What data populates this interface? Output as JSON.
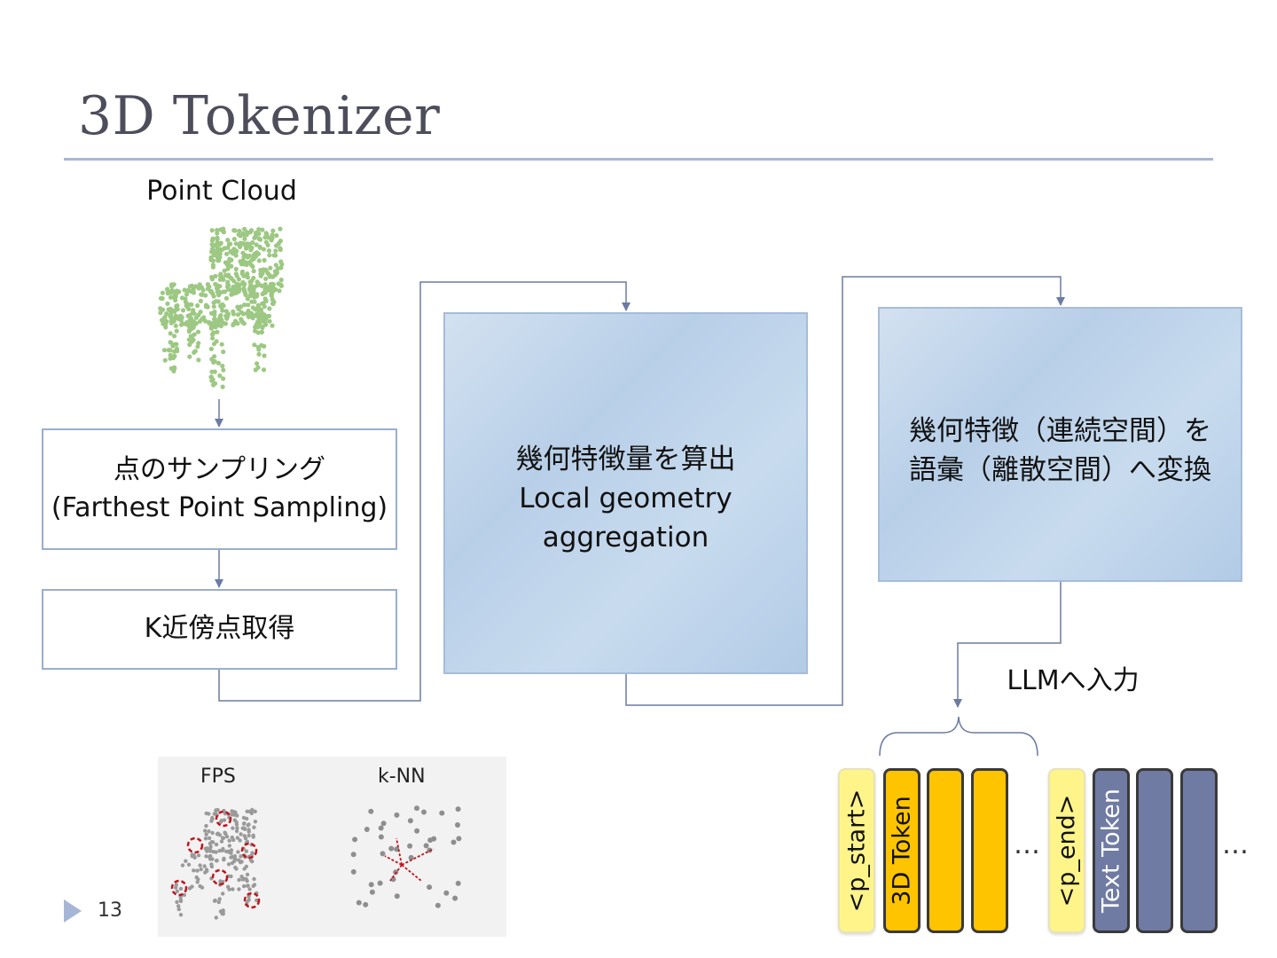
{
  "slide": {
    "title": "3D Tokenizer",
    "page_number": "13"
  },
  "point_cloud": {
    "label": "Point Cloud"
  },
  "sampling_box": {
    "line1": "点のサンプリング",
    "line2": "(Farthest Point Sampling)"
  },
  "knn_box": {
    "label": "K近傍点取得"
  },
  "geometry_box": {
    "line1": "幾何特徴量を算出",
    "line2": "Local geometry",
    "line3": "aggregation"
  },
  "vocab_box": {
    "line1": "幾何特徴（連続空間）を",
    "line2": "語彙（離散空間）へ変換"
  },
  "llm_input": {
    "label": "LLMへ入力"
  },
  "tokens": {
    "start": "<p_start>",
    "token_3d": "3D Token",
    "end": "<p_end>",
    "text_token": "Text Token",
    "ellipsis": "…"
  },
  "inset": {
    "fps_label": "FPS",
    "knn_label": "k-NN"
  },
  "colors": {
    "title": "#4d4d5c",
    "rule": "#a9b7d3",
    "box_border": "#9aaed0",
    "blue_box": "#bed3ea",
    "connector": "#6b7ba1",
    "token_3d": "#ffc400",
    "token_text": "#6f7ba3",
    "token_special": "#fff48a",
    "point_cloud": "#8cbf6e",
    "marker": "#c0141c"
  }
}
